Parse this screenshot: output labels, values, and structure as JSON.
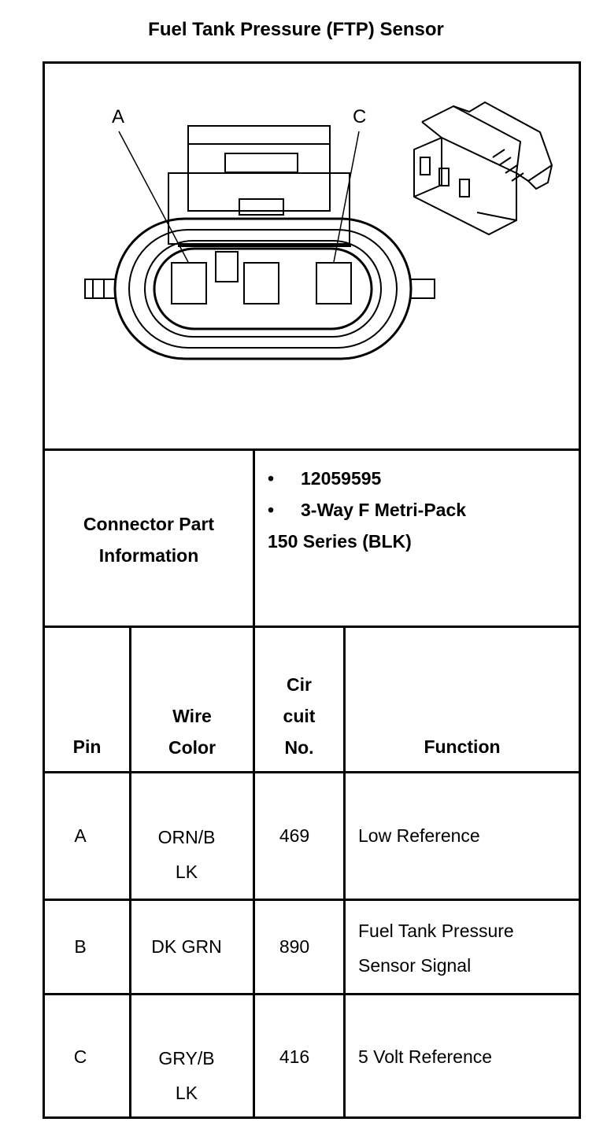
{
  "title": "Fuel Tank Pressure (FTP) Sensor",
  "diagram": {
    "label_a": "A",
    "label_c": "C"
  },
  "part_info": {
    "label_line1": "Connector Part",
    "label_line2": "Information",
    "bullet1": "12059595",
    "bullet2": "3-Way F Metri-Pack",
    "line3": "150 Series (BLK)"
  },
  "table": {
    "headers": {
      "pin": "Pin",
      "wire_line1": "Wire",
      "wire_line2": "Color",
      "circuit_line1": "Cir",
      "circuit_line2": "cuit",
      "circuit_line3": "No.",
      "function": "Function"
    },
    "rows": [
      {
        "pin": "A",
        "wire_line1": "ORN/B",
        "wire_line2": "LK",
        "circuit": "469",
        "function_line1": "Low Reference",
        "function_line2": ""
      },
      {
        "pin": "B",
        "wire_line1": "DK GRN",
        "wire_line2": "",
        "circuit": "890",
        "function_line1": "Fuel Tank Pressure",
        "function_line2": "Sensor Signal"
      },
      {
        "pin": "C",
        "wire_line1": "GRY/B",
        "wire_line2": "LK",
        "circuit": "416",
        "function_line1": "5 Volt Reference",
        "function_line2": ""
      }
    ]
  }
}
